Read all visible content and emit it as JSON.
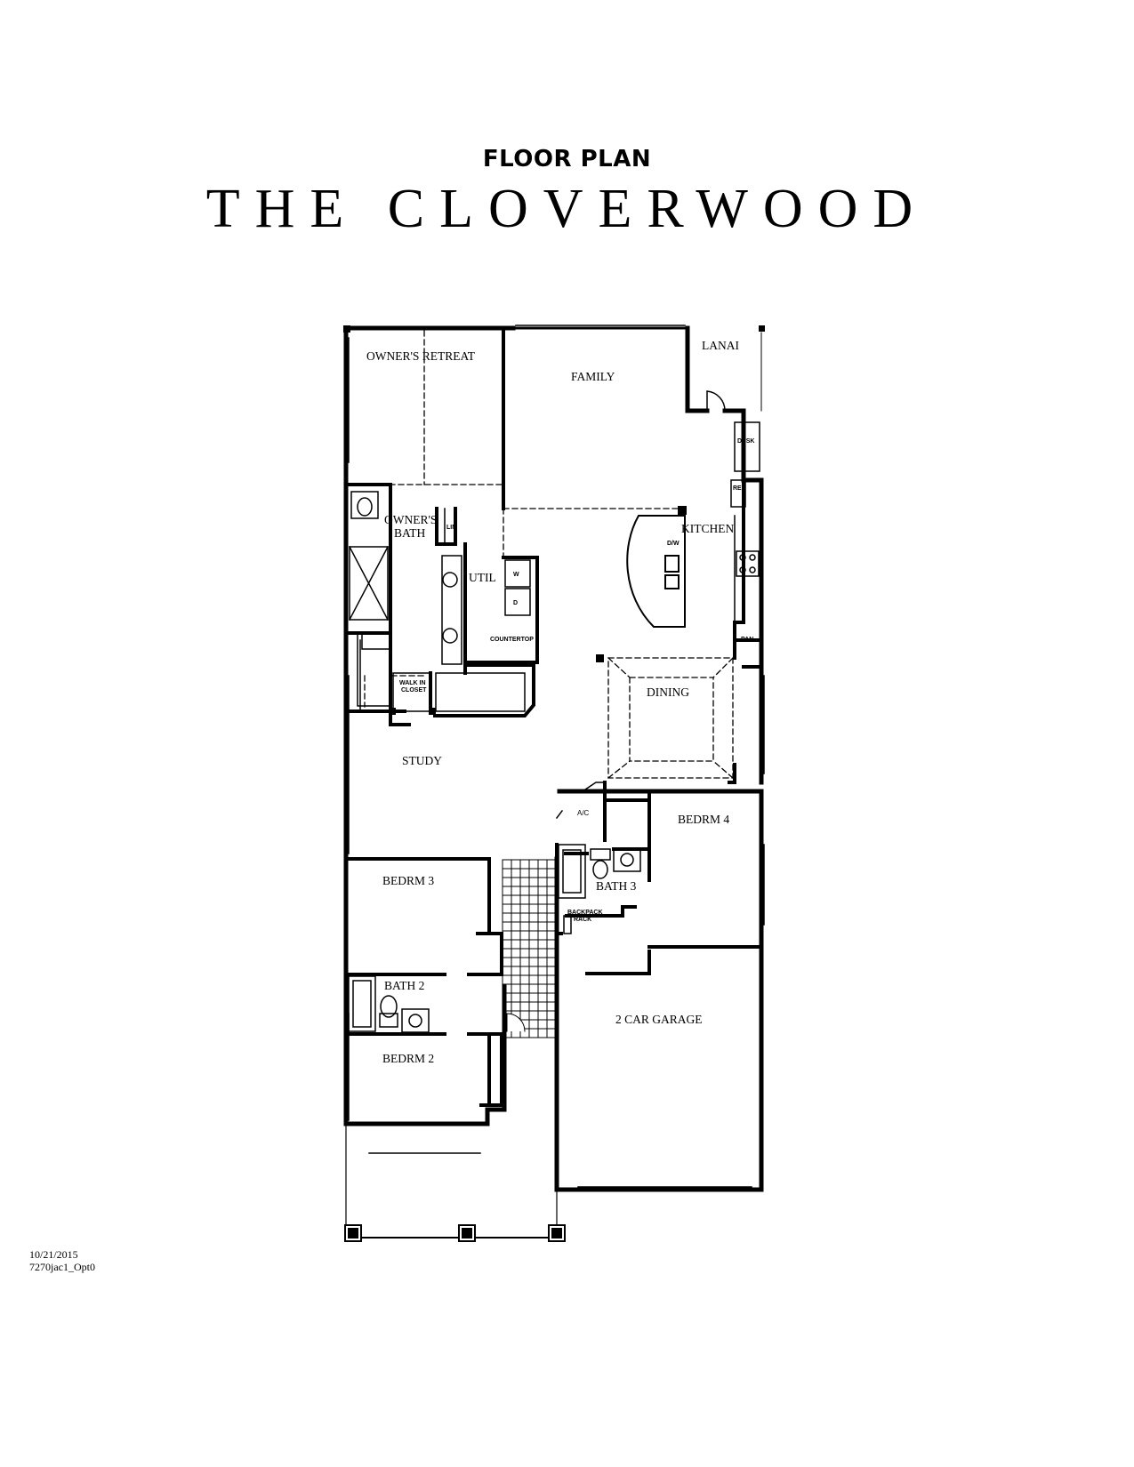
{
  "header": {
    "kicker": "FLOOR PLAN",
    "title": "THE CLOVERWOOD"
  },
  "rooms": {
    "owners_retreat": "OWNER'S RETREAT",
    "family": "FAMILY",
    "lanai": "LANAI",
    "desk": "DESK",
    "ref": "REF",
    "owners_bath_1": "OWNER'S",
    "owners_bath_2": "BATH",
    "lin": "LIN",
    "util": "UTIL",
    "kitchen": "KITCHEN",
    "dw": "D/W",
    "countertop": "COUNTERTOP",
    "pan": "PAN",
    "walk_in_1": "WALK IN",
    "walk_in_2": "CLOSET",
    "dining": "DINING",
    "study": "STUDY",
    "ac": "A/C",
    "bedrm4": "BEDRM 4",
    "bedrm3": "BEDRM 3",
    "bath3": "BATH 3",
    "backpack_1": "BACKPACK",
    "backpack_2": "RACK",
    "bath2": "BATH 2",
    "garage": "2 CAR GARAGE",
    "bedrm2": "BEDRM 2",
    "washer": "W",
    "dryer": "D"
  },
  "footer": {
    "date": "10/21/2015",
    "plan_code": "7270jac1_Opt0"
  }
}
